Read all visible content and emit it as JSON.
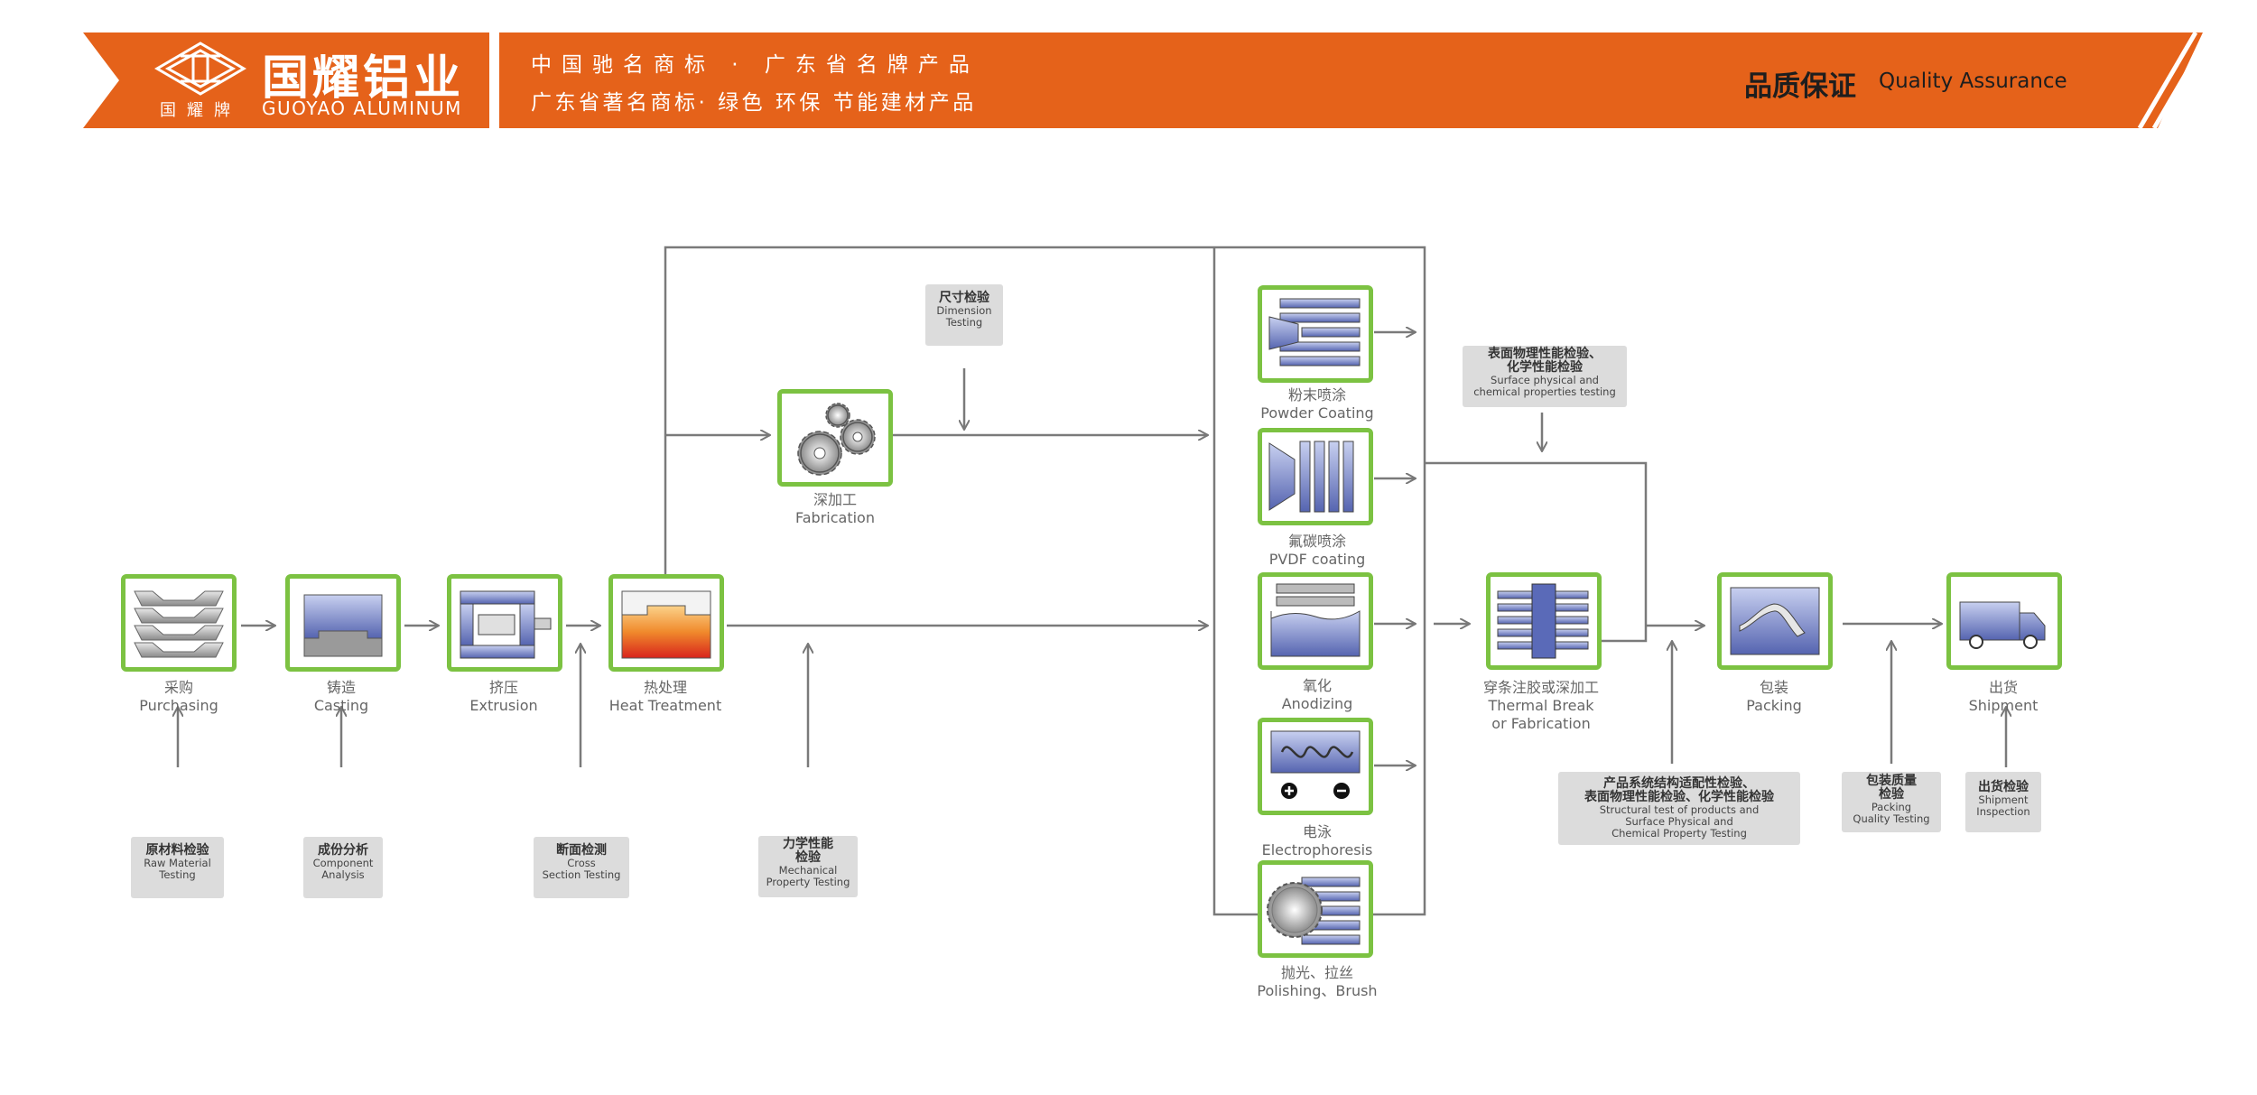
{
  "header": {
    "brand_cn": "国耀铝业",
    "brand_sub_cn": "国耀牌",
    "brand_en": "GUOYAO ALUMINUM",
    "slogan_line1": "中国驰名商标 · 广东省名牌产品",
    "slogan_line2": "广东省著名商标· 绿色 环保 节能建材产品",
    "section_title_cn": "品质保证",
    "section_title_en": "Quality Assurance",
    "accent_color": "#e5621a"
  },
  "process": {
    "purchasing": {
      "cn": "采购",
      "en": "Purchasing",
      "icon": "stacked-sheets-icon"
    },
    "casting": {
      "cn": "铸造",
      "en": "Casting",
      "icon": "mold-icon"
    },
    "extrusion": {
      "cn": "挤压",
      "en": "Extrusion",
      "icon": "extrusion-press-icon"
    },
    "heat_treatment": {
      "cn": "热处理",
      "en": "Heat Treatment",
      "icon": "furnace-icon"
    },
    "fabrication": {
      "cn": "深加工",
      "en": "Fabrication",
      "icon": "gears-icon"
    },
    "powder_coating": {
      "cn": "粉末喷涂",
      "en": "Powder Coating",
      "icon": "powder-spray-icon"
    },
    "pvdf": {
      "cn": "氟碳喷涂",
      "en": "PVDF coating",
      "icon": "pvdf-spray-icon"
    },
    "anodizing": {
      "cn": "氧化",
      "en": "Anodizing",
      "icon": "anodizing-tank-icon"
    },
    "electrophoresis": {
      "cn": "电泳",
      "en": "Electrophoresis",
      "icon": "electrophoresis-icon"
    },
    "polishing": {
      "cn": "抛光、拉丝",
      "en": "Polishing、Brush",
      "icon": "polishing-wheel-icon"
    },
    "thermal_break": {
      "cn": "穿条注胶或深加工",
      "en1": "Thermal Break",
      "en2": "or Fabrication",
      "icon": "thermal-break-icon"
    },
    "packing": {
      "cn": "包装",
      "en": "Packing",
      "icon": "package-icon"
    },
    "shipment": {
      "cn": "出货",
      "en": "Shipment",
      "icon": "truck-icon"
    }
  },
  "tests": {
    "raw_material": {
      "cn": "原材料检验",
      "en": "Raw Material\nTesting"
    },
    "component": {
      "cn": "成份分析",
      "en": "Component\nAnalysis"
    },
    "cross_section": {
      "cn": "断面检测",
      "en": "Cross\nSection Testing"
    },
    "mechanical": {
      "cn": "力学性能\n检验",
      "en": "Mechanical\nProperty Testing"
    },
    "dimension": {
      "cn": "尺寸检验",
      "en": "Dimension\nTesting"
    },
    "surface": {
      "cn": "表面物理性能检验、\n化学性能检验",
      "en": "Surface physical and\nchemical properties testing"
    },
    "structural": {
      "cn": "产品系统结构适配性检验、\n表面物理性能检验、化学性能检验",
      "en": "Structural test of products and\nSurface Physical and\nChemical Property Testing"
    },
    "packing_quality": {
      "cn": "包装质量\n检验",
      "en": "Packing\nQuality Testing"
    },
    "shipment_inspection": {
      "cn": "出货检验",
      "en": "Shipment\nInspection"
    }
  }
}
